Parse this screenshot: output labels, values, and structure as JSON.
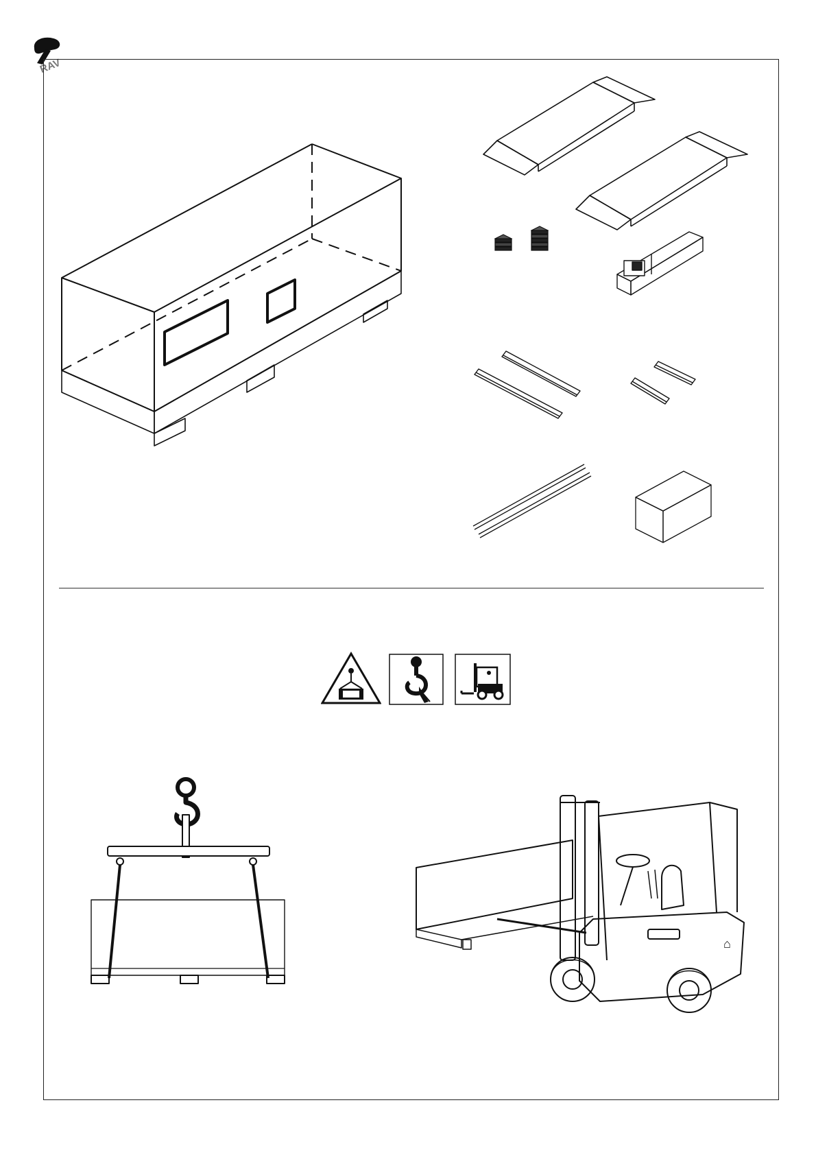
{
  "logo": {
    "text": "RAV"
  },
  "sections": {
    "top": {
      "name": "package-contents"
    },
    "bottom": {
      "name": "handling-instructions"
    }
  },
  "icons": [
    "suspended-load-warning-icon",
    "crane-hook-icon",
    "forklift-icon"
  ]
}
